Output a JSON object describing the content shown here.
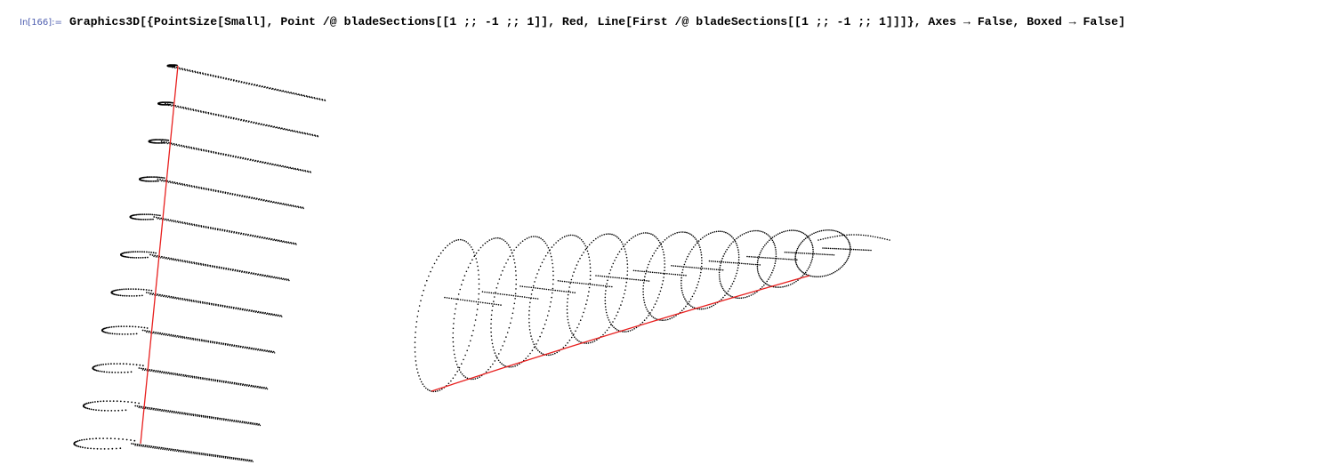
{
  "notebook": {
    "input_label": "In[166]:=",
    "input_code": "Graphics3D[{PointSize[Small], Point /@ bladeSections[[1 ;; -1 ;; 1]], Red, Line[First /@ bladeSections[[1 ;; -1 ;; 1]]]}, Axes → False, Boxed → False]"
  },
  "outputs": [
    {
      "view": "front",
      "sections": 11,
      "points_color": "#000000",
      "line_color": "#e8201f"
    },
    {
      "view": "oblique",
      "sections": 11,
      "points_color": "#000000",
      "line_color": "#e8201f"
    }
  ]
}
